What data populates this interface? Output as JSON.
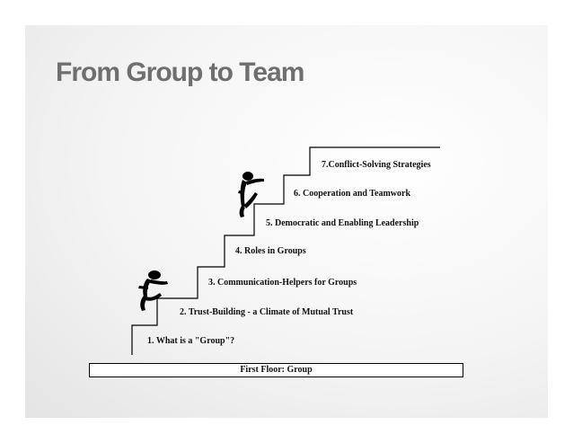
{
  "title": "From Group to Team",
  "steps": [
    "1. What is a \"Group\"?",
    "2. Trust-Building - a Climate of Mutual Trust",
    "3. Communication-Helpers for Groups",
    "4. Roles in Groups",
    "5. Democratic and Enabling Leadership",
    "6. Cooperation and Teamwork",
    "7.Conflict-Solving Strategies"
  ],
  "floor": "First Floor: Group",
  "icons": [
    "climbing-figure-icon",
    "climbing-figure-icon"
  ]
}
